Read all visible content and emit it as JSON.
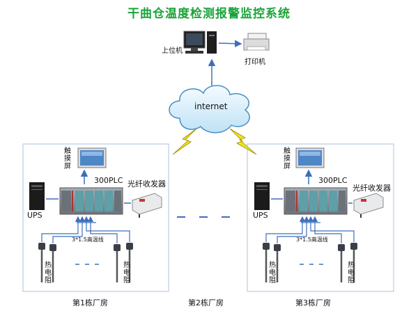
{
  "title": "干曲仓温度检测报警监控系统",
  "top": {
    "host_label": "上位机",
    "printer_label": "打印机",
    "cloud_label": "internet"
  },
  "plants": [
    {
      "touch_label": "触摸屏",
      "plc_label": "300PLC",
      "fiber_label": "光纤收发器",
      "ups_label": "UPS",
      "cable_label": "3*1.5高温线",
      "sensor_label": "热电阻",
      "plant_label": "第1栋厂房"
    },
    {
      "touch_label": "触摸屏",
      "plc_label": "300PLC",
      "fiber_label": "光纤收发器",
      "ups_label": "UPS",
      "cable_label": "3*1.5高温线",
      "sensor_label": "热电阻",
      "plant_label": "第3栋厂房"
    }
  ],
  "middle_plant_label": "第2栋厂房"
}
